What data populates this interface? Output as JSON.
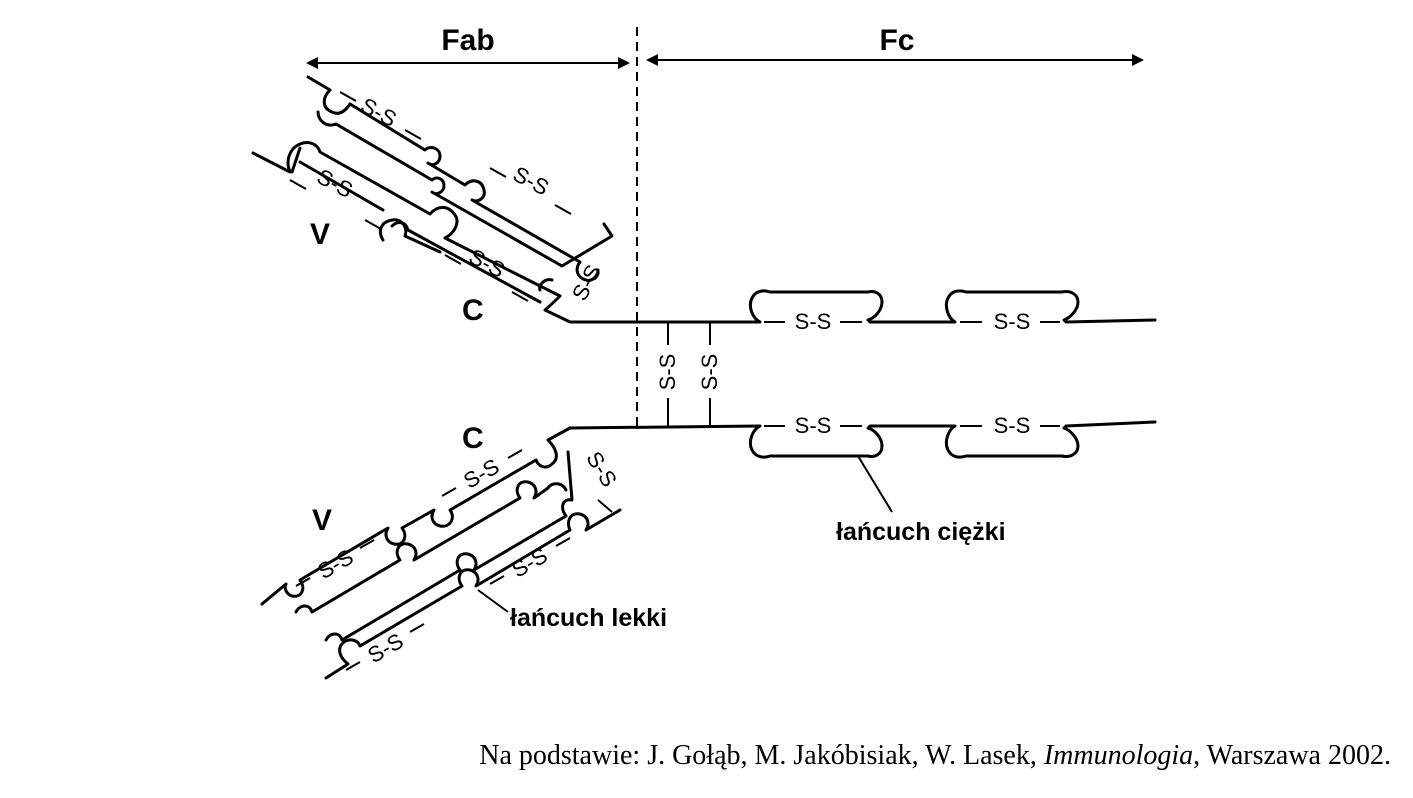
{
  "labels": {
    "fab": "Fab",
    "fc": "Fc",
    "v_upper": "V",
    "c_upper": "C",
    "v_lower": "V",
    "c_lower": "C",
    "heavy_chain": "łańcuch ciężki",
    "light_chain": "łańcuch lekki",
    "disulfide": "S-S"
  },
  "caption": {
    "prefix": "Na podstawie: J. Gołąb, M. Jakóbisiak, W. Lasek, ",
    "title": "Immunologia",
    "suffix": ", Warszawa 2002."
  }
}
